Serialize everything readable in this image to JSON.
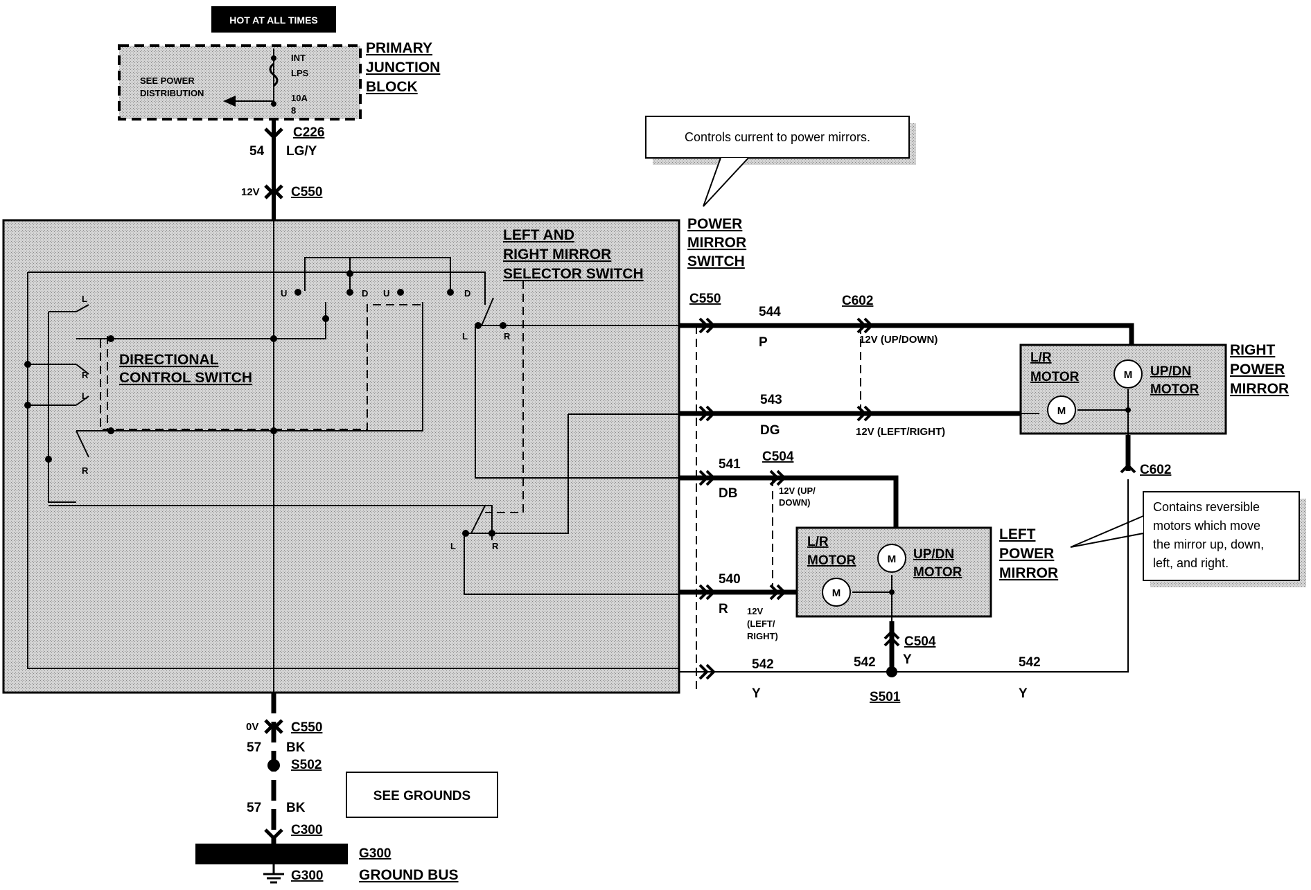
{
  "colors": {
    "shade": "#d4d4d4",
    "ink": "#000000",
    "paper": "#ffffff",
    "shadow": "#9a9a9a"
  },
  "power": {
    "hot_at_all_times": "HOT AT ALL TIMES",
    "pjb_line1": "PRIMARY",
    "pjb_line2": "JUNCTION",
    "pjb_line3": "BLOCK",
    "see_power_line1": "SEE POWER",
    "see_power_line2": "DISTRIBUTION",
    "fuse_int": "INT",
    "fuse_lps": "LPS",
    "fuse_amp": "10A",
    "fuse_num": "8",
    "c226": "C226",
    "circuit_54": "54",
    "color_lgy": "LG/Y",
    "v12": "12V",
    "c550_top": "C550"
  },
  "switch": {
    "pm_line1": "POWER",
    "pm_line2": "MIRROR",
    "pm_line3": "SWITCH",
    "sel_line1": "LEFT AND",
    "sel_line2": "RIGHT MIRROR",
    "sel_line3": "SELECTOR SWITCH",
    "dir_line1": "DIRECTIONAL",
    "dir_line2": "CONTROL SWITCH",
    "L": "L",
    "R": "R",
    "U": "U",
    "D": "D"
  },
  "callouts": {
    "controls": "Controls current to power mirrors.",
    "contains_1": "Contains reversible",
    "contains_2": "motors which move",
    "contains_3": "the mirror up, down,",
    "contains_4": "left, and right."
  },
  "wires": {
    "c550": "C550",
    "c602": "C602",
    "c504": "C504",
    "w544": "544",
    "col_p": "P",
    "v_updown": "12V (UP/DOWN)",
    "w543": "543",
    "col_dg": "DG",
    "v_leftright": "12V (LEFT/RIGHT)",
    "w541": "541",
    "col_db": "DB",
    "v_up_1": "12V (UP/",
    "v_up_2": "DOWN)",
    "w540": "540",
    "col_r": "R",
    "v_lr_1": "12V",
    "v_lr_2": "(LEFT/",
    "v_lr_3": "RIGHT)",
    "w542": "542",
    "col_y": "Y",
    "s501": "S501"
  },
  "mirrors": {
    "lr_motor_1": "L/R",
    "lr_motor_2": "MOTOR",
    "updn_1": "UP/DN",
    "updn_2": "MOTOR",
    "m": "M",
    "right_1": "RIGHT",
    "right_2": "POWER",
    "right_3": "MIRROR",
    "left_1": "LEFT",
    "left_2": "POWER",
    "left_3": "MIRROR"
  },
  "ground": {
    "v0": "0V",
    "c550": "C550",
    "circuit_57": "57",
    "col_bk": "BK",
    "s502": "S502",
    "see_grounds": "SEE GROUNDS",
    "c300": "C300",
    "g300_bus": "G300",
    "g300": "G300",
    "ground_bus": "GROUND BUS"
  }
}
